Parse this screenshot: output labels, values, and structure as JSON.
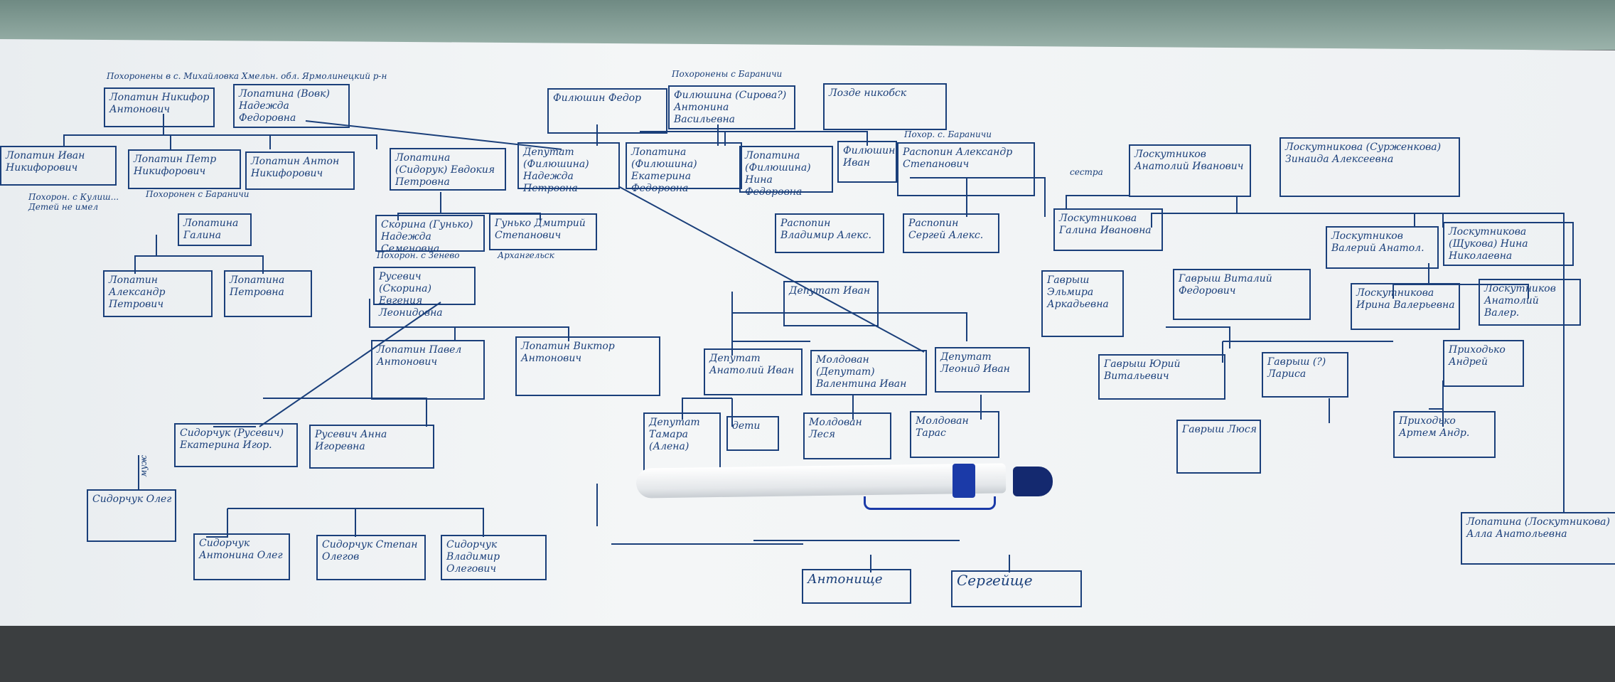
{
  "header_notes": {
    "burial_1": "Похоронены в с. Михайловка Хмельн. обл. Ярмолинецкий р-н",
    "burial_2": "Похоронены с Бараничи",
    "burial_3": "Похор. с. Бараничи"
  },
  "nodes": {
    "n01": "Лопатин Никифор Антонович",
    "n02": "Лопатина (Вовк) Надежда Федоровна",
    "n03": "Лопатин Иван Никифорович",
    "n04": "Лопатин Петр Никифорович",
    "n05": "Лопатин Антон Никифорович",
    "n06": "Лопатина (Сидорук) Евдокия Петровна",
    "n07": "Лопатина Галина",
    "n08": "Лопатин Александр Петрович",
    "n09": "Лопатина Петровна",
    "n10": "Скорина (Гунько) Надежда Семеновна",
    "n11": "Гунько Дмитрий Степанович",
    "n12": "Русевич (Скорина) Евгения Леонидовна",
    "n13": "Лопатин Павел Антонович",
    "n14": "Лопатин Виктор Антонович",
    "n15": "Сидорчук (Русевич) Екатерина Игор.",
    "n16": "Русевич Анна Игоревна",
    "n17": "Сидорчук Олег",
    "n18": "Сидорчук Антонина Олег",
    "n19": "Сидорчук Степан Олегов",
    "n20": "Сидорчук Владимир Олегович",
    "n21": "Филюшин Федор",
    "n22": "Филюшина (Сирова?) Антонина Васильевна",
    "n23": "Лозде никобск",
    "n24": "Депутат (Филюшина) Надежда Петровна",
    "n25": "Лопатина (Филюшина) Екатерина Федоровна",
    "n26": "Лопатина (Филюшина) Нина Федоровна",
    "n27": "Филюшин Иван",
    "n28": "Распопин Александр Степанович",
    "n29": "Распопин Владимир Алекс.",
    "n30": "Распопин Сергей Алекс.",
    "n31": "Депутат Иван",
    "n32": "Депутат Анатолий Иван",
    "n33": "Молдован (Депутат) Валентина Иван",
    "n34": "Депутат Леонид Иван",
    "n35": "Депутат Тамара (Алена)",
    "n36": "дети",
    "n37": "Молдован Леся",
    "n38": "Молдован Тарас",
    "n39": "Антонище",
    "n40": "Сергейще",
    "n41": "Лоскутников Анатолий Иванович",
    "n42": "Лоскутникова (Сурженкова) Зинаида Алексеевна",
    "n43": "Лоскутникова Галина Ивановна",
    "n44": "Лоскутников Валерий Анатол.",
    "n45": "Лоскутникова (Щукова) Нина Николаевна",
    "n46": "Гаврыш Эльмира Аркадьевна",
    "n47": "Гаврыш Виталий Федорович",
    "n48": "Лоскутникова Ирина Валерьевна",
    "n49": "Лоскутников Анатолий Валер.",
    "n50": "Гаврыш Юрий Витальевич",
    "n51": "Гаврыш (?) Лариса",
    "n52": "Приходько Андрей",
    "n53": "Гаврыш Люся",
    "n54": "Приходько Артем Андр.",
    "n55": "Лопатина (Лоскутникова) Алла Анатольевна"
  },
  "side_notes": {
    "s1": "Похорон. с Кулиш... Детей не имел",
    "s2": "Похоронен с Бараничи",
    "s3": "Похорон. с Зенево",
    "s4": "Архангельск",
    "s5": "муж",
    "s6": "сестра"
  },
  "object_labels": {
    "pen": "ballpoint pen"
  }
}
